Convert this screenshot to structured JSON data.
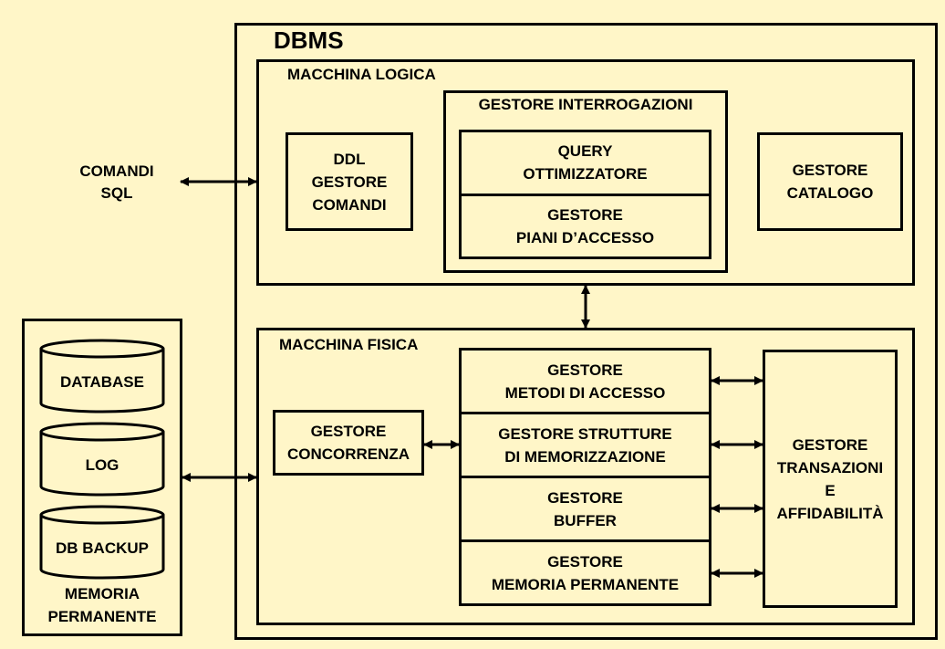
{
  "colors": {
    "background": "#FFF6C8",
    "ink": "#000000"
  },
  "dbms": {
    "title": "DBMS"
  },
  "comandi_sql": {
    "line1": "COMANDI",
    "line2": "SQL"
  },
  "macchina_logica": {
    "title": "MACCHINA LOGICA",
    "ddl": {
      "line1": "DDL",
      "line2": "GESTORE",
      "line3": "COMANDI"
    },
    "gestore_interrogazioni": {
      "title": "GESTORE INTERROGAZIONI",
      "query": {
        "line1": "QUERY",
        "line2": "OTTIMIZZATORE"
      },
      "piani": {
        "line1": "GESTORE",
        "line2": "PIANI D’ACCESSO"
      }
    },
    "catalogo": {
      "line1": "GESTORE",
      "line2": "CATALOGO"
    }
  },
  "macchina_fisica": {
    "title": "MACCHINA FISICA",
    "concorrenza": {
      "line1": "GESTORE",
      "line2": "CONCORRENZA"
    },
    "metodi": {
      "line1": "GESTORE",
      "line2": "METODI DI ACCESSO"
    },
    "strutture": {
      "line1": "GESTORE STRUTTURE",
      "line2": "DI MEMORIZZAZIONE"
    },
    "buffer": {
      "line1": "GESTORE",
      "line2": "BUFFER"
    },
    "memoria": {
      "line1": "GESTORE",
      "line2": "MEMORIA PERMANENTE"
    },
    "transazioni": {
      "line1": "GESTORE",
      "line2": "TRANSAZIONI",
      "line3": "E",
      "line4": "AFFIDABILITÀ"
    }
  },
  "memoria_permanente": {
    "database": "DATABASE",
    "log": "LOG",
    "db_backup": "DB BACKUP",
    "line1": "MEMORIA",
    "line2": "PERMANENTE"
  }
}
